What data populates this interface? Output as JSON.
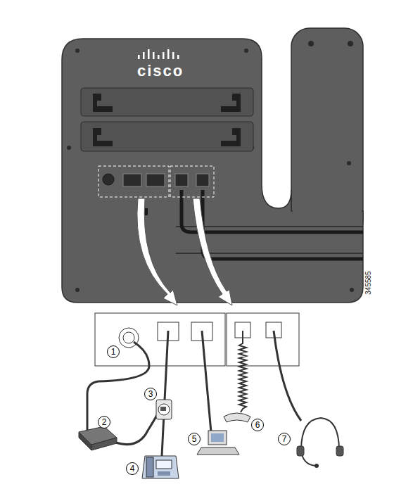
{
  "diagram": {
    "labels": [
      "cisco",
      "345585",
      "1",
      "2",
      "3",
      "4",
      "5",
      "6",
      "7"
    ]
  }
}
